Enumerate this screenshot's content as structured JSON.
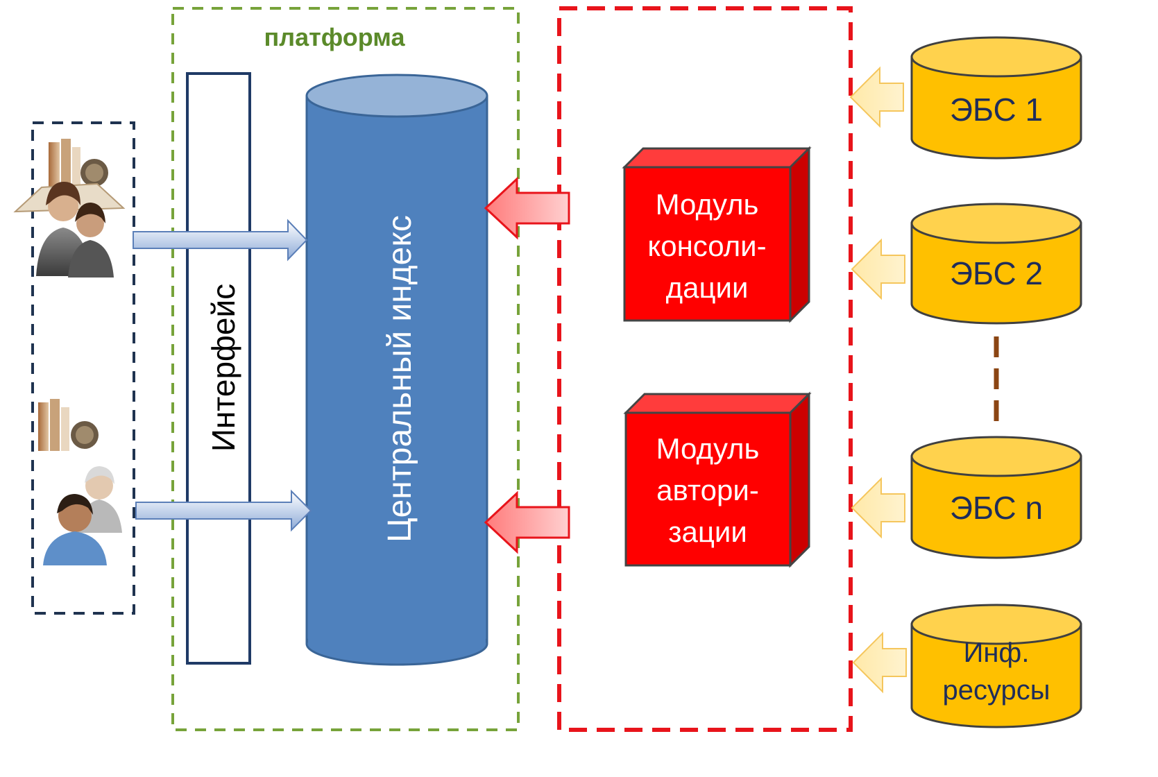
{
  "platform_label": "платформа",
  "interface_label": "Интерфейс",
  "central_index_label": "Центральный индекс",
  "modules": [
    {
      "lines": [
        "Модуль",
        "консоли-",
        "дации"
      ]
    },
    {
      "lines": [
        "Модуль",
        "автори-",
        "зации"
      ]
    }
  ],
  "sources": [
    {
      "lines": [
        "ЭБС 1"
      ]
    },
    {
      "lines": [
        "ЭБС 2"
      ]
    },
    {
      "lines": [
        "ЭБС n"
      ]
    },
    {
      "lines": [
        "Инф.",
        "ресурсы"
      ]
    }
  ],
  "user_groups": [
    {
      "icon": "readers-group-icon"
    },
    {
      "icon": "staff-group-icon"
    }
  ],
  "colors": {
    "platform_border": "#77a33a",
    "platform_text": "#5b8a2a",
    "users_border": "#1f3350",
    "modules_border": "#e8141b",
    "cylinder_blue": "#4f81bd",
    "cylinder_top": "#95b3d7",
    "module_red": "#ff0000",
    "source_yellow": "#ffc000",
    "source_text": "#1f2d5a",
    "ellipsis_brown": "#8b4513"
  }
}
